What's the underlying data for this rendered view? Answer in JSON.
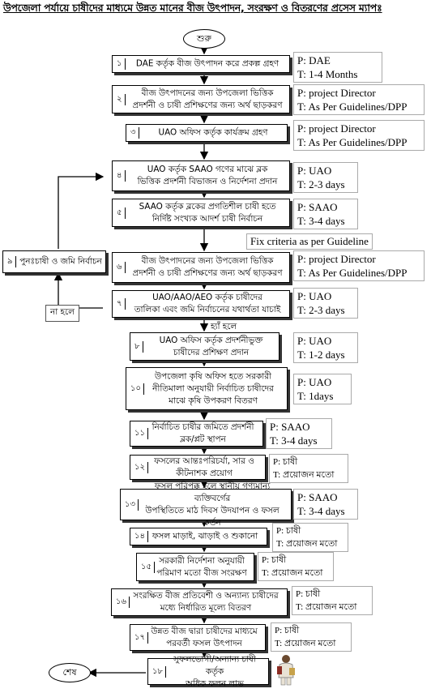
{
  "title": "উপজেলা পর্যায়ে চাষীদের মাধ্যমে উন্নত মানের বীজ উৎপাদন, সংরক্ষণ ও বিতরণের প্রসেস ম্যাপঃ",
  "start_label": "শুরু",
  "end_label": "শেষ",
  "steps": [
    {
      "num": "১",
      "text": "DAE কর্তৃক বীজ উৎপাদন করে প্রকল্প গ্রহণ",
      "p": "P: DAE",
      "t": "T: 1-4 Months"
    },
    {
      "num": "২",
      "text": "বীজ উৎপাদনের জন্য উপজেলা ভিত্তিক\nপ্রদর্শনী ও চাষী প্রশিক্ষণের জন্য অর্থ ছাড়করণ",
      "p": "P: project Director",
      "t": "T: As Per Guidelines/DPP"
    },
    {
      "num": "৩",
      "text": "UAO অফিস কর্তৃক কার্যক্রম গ্রহণ",
      "p": "P: project Director",
      "t": "T: As Per Guidelines/DPP"
    },
    {
      "num": "৪",
      "text": "UAO কর্তৃক SAAO গণের মাঝে ব্লক\nভিত্তিক প্রদর্শনী বিভাজন ও নির্দেশনা প্রদান",
      "p": "P: UAO",
      "t": "T: 2-3 days"
    },
    {
      "num": "৫",
      "text": "SAAO কর্তৃক ব্লকের প্রগতিশীল চাষী হতে\nনির্দিষ্ট সংখ্যক আদর্শ চাষী নির্বাচন",
      "p": "P: SAAO",
      "t": "T: 3-4 days"
    },
    {
      "num": "৬",
      "text": "বীজ উৎপাদনের জন্য উপজেলা ভিত্তিক\nপ্রদর্শনী ও চাষী প্রশিক্ষণের জন্য অর্থ ছাড়করণ",
      "p": "P: project Director",
      "t": "T: As Per Guidelines/DPP"
    },
    {
      "num": "৭",
      "text": "UAO/AAO/AEO কর্তৃক চাষীদের\nতালিকা এবং জমি নির্বাচনের যথার্থতা যাচাই",
      "p": "P: UAO",
      "t": "T: 2-3 days"
    },
    {
      "num": "৮",
      "text": "UAO অফিস কর্তৃক প্রদর্শনীভুক্ত\nচাষীদের প্রশিক্ষণ প্রদান",
      "p": "P: UAO",
      "t": "T: 1-2 days"
    },
    {
      "num": "১০",
      "text": "উপজেলা কৃষি অফিস হতে সরকারী\nনীতিমালা অনুযায়ী নির্বাচিত চাষীদের\nমাঝে কৃষি উপকরণ বিতরণ",
      "p": "P: UAO",
      "t": "T: 1days"
    },
    {
      "num": "১১",
      "text": "নির্বাচিত চাষীর জমিতে প্রদর্শনী\nব্লক/প্লট স্থাপন",
      "p": "P: SAAO",
      "t": "T: 3-4 days"
    },
    {
      "num": "১২",
      "text": "ফসলের আন্তঃপরিচর্যা, সার ও\nকীটনাশক প্রয়োগ",
      "p": "P: চাষী",
      "t": "T: প্রয়োজন মতো"
    },
    {
      "num": "১৩",
      "text": "ফসল পরিপক্ক হলে স্থানীয় গণ্যমান্য ব্যক্তিবর্গের\nউপস্থিতিতে মাঠ দিবস উদযাপন ও ফসল কর্তন",
      "p": "P: SAAO",
      "t": "T: 3-4 days"
    },
    {
      "num": "১৪",
      "text": "ফসল মাড়াই, ঝাড়াই ও শুকানো",
      "p": "P: চাষী",
      "t": "T: প্রয়োজন মতো"
    },
    {
      "num": "১৫",
      "text": "সরকারী নির্দেশনা অনুযায়ী\nপরিমাণ মতো বীজ সংরক্ষণ",
      "p": "P: চাষী",
      "t": "T: প্রয়োজন মতো"
    },
    {
      "num": "১৬",
      "text": "সংরক্ষিত বীজ প্রতিবেশী ও অন্যান্য চাষীদের\nমধ্যে নির্ধারিত মূল্যে বিতরণ",
      "p": "P: চাষী",
      "t": "T: প্রয়োজন মতো"
    },
    {
      "num": "১৭",
      "text": "উন্নত বীজ দ্বারা চাষীদের মাধ্যমে\nপরবর্তী ফসল উৎপাদন",
      "p": "P: চাষী",
      "t": "T: প্রয়োজন মতো"
    },
    {
      "num": "১৮",
      "text": "সুফলভোগী/অন্যান্য চাষী কর্তৃক\nঅধিক ফলন লাভ",
      "p": "",
      "t": ""
    }
  ],
  "side_step": {
    "num": "৯",
    "text": "পুনঃচাষী ও জমি নির্বাচন"
  },
  "no_label": "না হলে",
  "yes_label": "হ্যাঁ হলে",
  "criteria_note": "Fix criteria as per Guideline"
}
